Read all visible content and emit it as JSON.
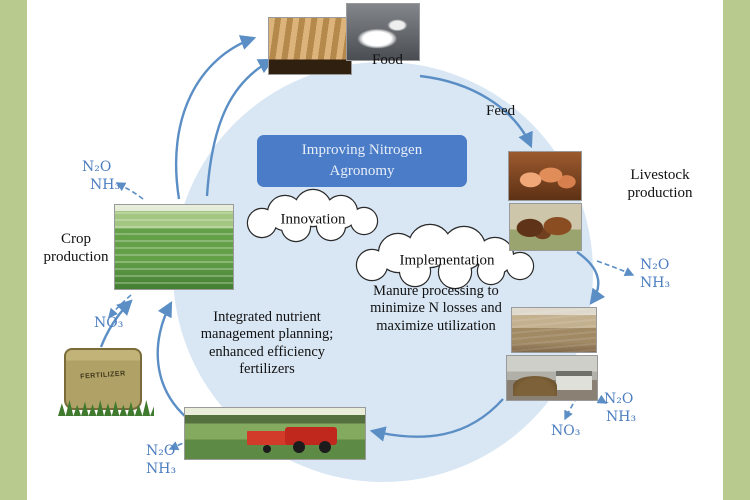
{
  "colors": {
    "side_bar": "#b9ca8e",
    "circle_fill": "#d9e7f5",
    "title_box_bg": "#4a7cc7",
    "arrow": "#5b8ec4",
    "chem_text": "#4d7ec0"
  },
  "title_box": {
    "line1": "Improving Nitrogen",
    "line2": "Agronomy"
  },
  "clouds": {
    "innovation": "Innovation",
    "implementation": "Implementation"
  },
  "labels": {
    "food": "Food",
    "feed": "Feed",
    "livestock_line1": "Livestock",
    "livestock_line2": "production",
    "crop_line1": "Crop",
    "crop_line2": "production",
    "manure_processing": "Manure processing to minimize N losses and maximize utilization",
    "nutrient_management": "Integrated nutrient management planning; enhanced efficiency fertilizers",
    "fertilizer_bag": "FERTILIZER"
  },
  "emissions": {
    "n2o": "N₂O",
    "nh3": "NH₃",
    "no3": "NO₃"
  }
}
